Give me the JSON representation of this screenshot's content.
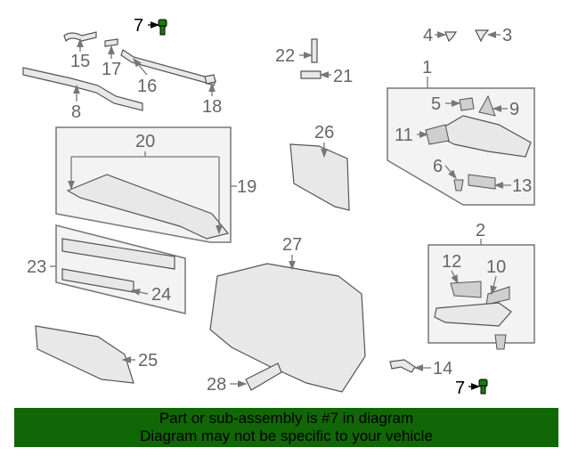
{
  "diagram": {
    "callouts": {
      "c7a": "7",
      "c15": "15",
      "c17": "17",
      "c16": "16",
      "c18": "18",
      "c8": "8",
      "c22": "22",
      "c21": "21",
      "c4": "4",
      "c3": "3",
      "c1": "1",
      "c5": "5",
      "c9": "9",
      "c11": "11",
      "c6": "6",
      "c13": "13",
      "c20": "20",
      "c19": "19",
      "c26": "26",
      "c27": "27",
      "c23": "23",
      "c24": "24",
      "c25": "25",
      "c28": "28",
      "c2": "2",
      "c12": "12",
      "c10": "10",
      "c14": "14",
      "c7b": "7"
    },
    "highlight_color": "#1a7a10"
  },
  "banner": {
    "line1": "Part or sub-assembly is #7 in diagram",
    "line2": "Diagram may not be specific to your vehicle",
    "color": "#116605"
  }
}
